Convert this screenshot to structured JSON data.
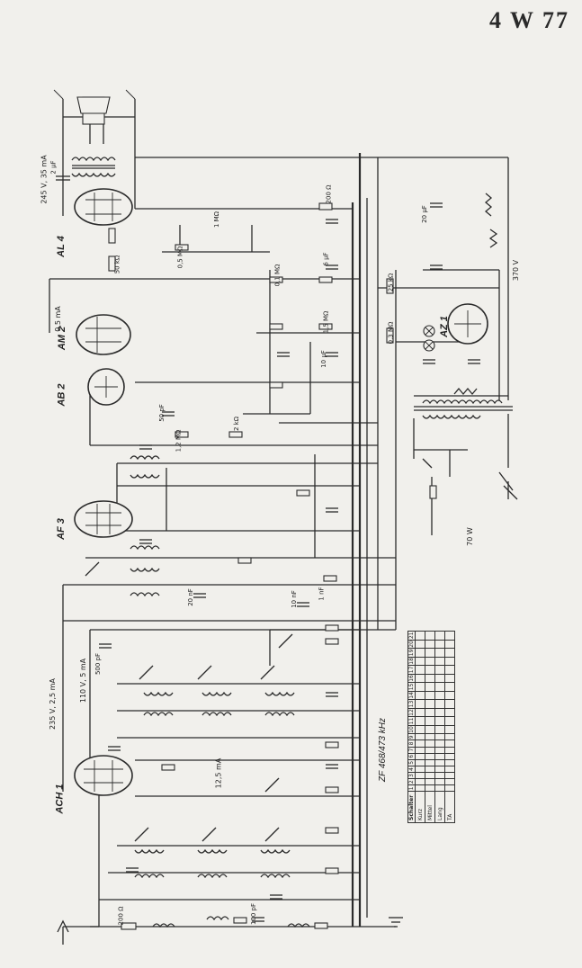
{
  "title": "4 W 77",
  "tubes": [
    "AL 4",
    "AM 2",
    "AB 2",
    "AF 3",
    "ACH 1",
    "AZ 1"
  ],
  "if_label": "ZF 468/473 kHz",
  "voltages": [
    "245 V, 35 mA",
    "235 V, 2,5 mA",
    "110 V, 5 mA",
    "0,5 mA",
    "12,5 mA",
    "370 V",
    "70 W"
  ],
  "switch_table": {
    "header_left": "Schalter",
    "rows": [
      "Kurz",
      "Mittel",
      "Lang",
      "TA"
    ],
    "columns": [
      "1",
      "2",
      "3",
      "4",
      "5",
      "6",
      "7",
      "8",
      "9",
      "10",
      "11",
      "12",
      "13",
      "14",
      "15",
      "16",
      "17",
      "18",
      "19",
      "20",
      "21"
    ]
  },
  "component_labels": [
    "50 kΩ",
    "1 MΩ",
    "2 μF",
    "0,5 MΩ",
    "200 Ω",
    "20 μF",
    "6 μF",
    "0,1 MΩ",
    "1,5 MΩ",
    "10 μF",
    "25 kΩ",
    "0,3 MΩ",
    "2 kΩ",
    "50 pF",
    "20 nF",
    "10 nF",
    "200 Ω",
    "1 nF",
    "100 pF",
    "500 pF",
    "1,2 MΩ"
  ]
}
